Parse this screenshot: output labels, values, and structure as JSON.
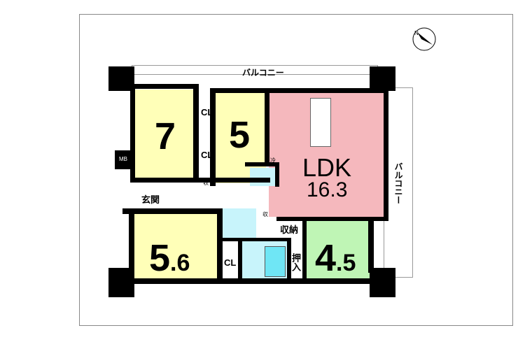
{
  "plan": {
    "balcony_top": "バルコニー",
    "balcony_right": "バルコニー",
    "rooms": {
      "western1": "7",
      "western2": "5",
      "western3_int": "5",
      "western3_dec": ".6",
      "ldk_label": "LDK",
      "ldk_size": "16.3",
      "japanese_int": "4",
      "japanese_dec": ".5"
    },
    "labels": {
      "entrance": "玄関",
      "cl1": "CL",
      "cl2": "CL",
      "cl3": "CL",
      "storage": "収納",
      "oshiire": "押入",
      "mb": "MB",
      "shu1": "収",
      "shu2": "収",
      "fridge": "冷"
    },
    "colors": {
      "western": "#ffffb8",
      "ldk": "#f5b8bd",
      "japanese": "#bff5b5",
      "water": "#c8f4fb"
    }
  }
}
